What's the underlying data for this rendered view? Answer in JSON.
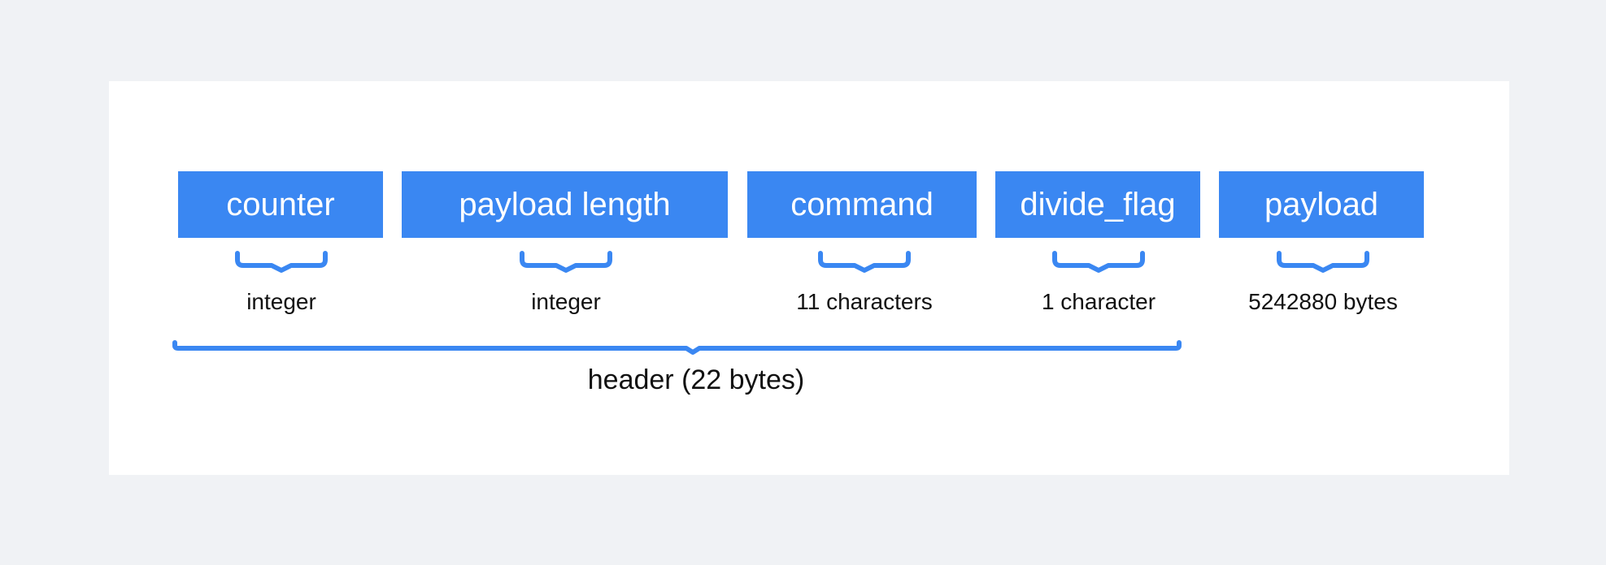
{
  "fields": [
    {
      "label": "counter",
      "type_label": "integer"
    },
    {
      "label": "payload length",
      "type_label": "integer"
    },
    {
      "label": "command",
      "type_label": "11 characters"
    },
    {
      "label": "divide_flag",
      "type_label": "1 character"
    },
    {
      "label": "payload",
      "type_label": "5242880 bytes"
    }
  ],
  "header": {
    "label": "header (22 bytes)"
  },
  "colors": {
    "field_fill": "#3a87f2",
    "field_text": "#ffffff",
    "brace": "#3a87f2",
    "background": "#f0f2f5",
    "panel": "#ffffff"
  }
}
